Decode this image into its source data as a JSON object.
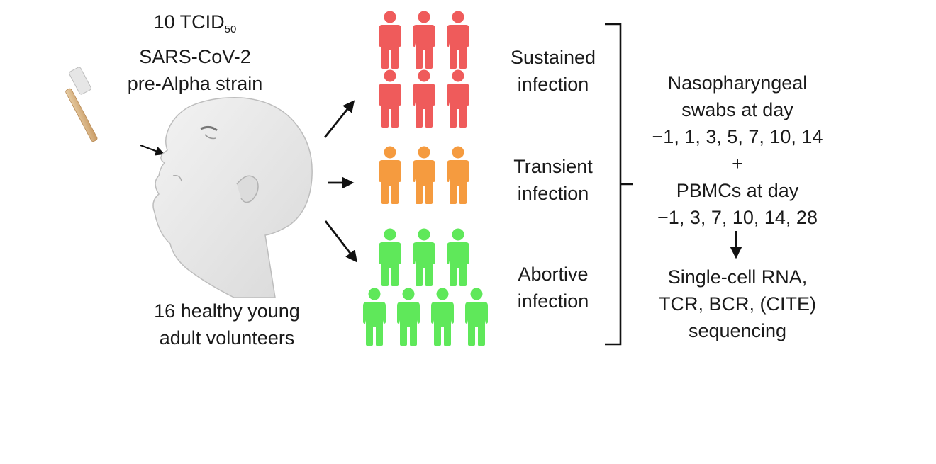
{
  "inoculum": {
    "dose_text": "10 TCID",
    "dose_subscript": "50",
    "virus": "SARS-CoV-2",
    "strain": "pre-Alpha strain"
  },
  "volunteers": {
    "line1": "16 healthy young",
    "line2": "adult volunteers"
  },
  "groups": [
    {
      "line1": "Sustained",
      "line2": "infection",
      "color": "#ef5b5b",
      "count": 6
    },
    {
      "line1": "Transient",
      "line2": "infection",
      "color": "#f59b3f",
      "count": 3
    },
    {
      "line1": "Abortive",
      "line2": "infection",
      "color": "#5fe85a",
      "count": 7
    }
  ],
  "sampling": {
    "swabs_line1": "Nasopharyngeal",
    "swabs_line2": "swabs at day",
    "swab_days": "−1, 1, 3, 5, 7, 10, 14",
    "plus": "+",
    "pbmc_line1": "PBMCs at day",
    "pbmc_days": "−1, 3, 7, 10, 14, 28"
  },
  "output": {
    "line1": "Single-cell RNA,",
    "line2": "TCR, BCR, (CITE)",
    "line3": "sequencing"
  }
}
